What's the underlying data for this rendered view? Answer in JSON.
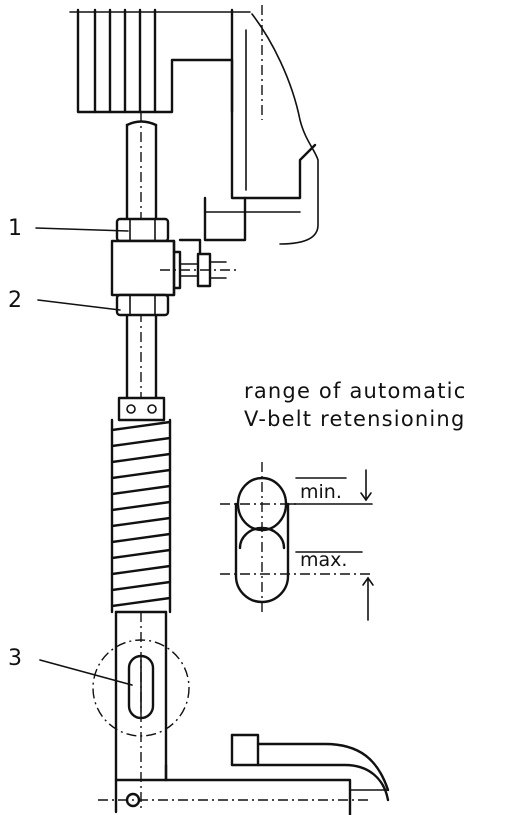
{
  "labels": {
    "part_1": "1",
    "part_2": "2",
    "part_3": "3"
  },
  "caption": {
    "line1": "range of automatic",
    "line2": "V-belt retensioning"
  },
  "range": {
    "min": "min.",
    "max": "max."
  },
  "colors": {
    "ink": "#111111",
    "paper": "#ffffff"
  }
}
